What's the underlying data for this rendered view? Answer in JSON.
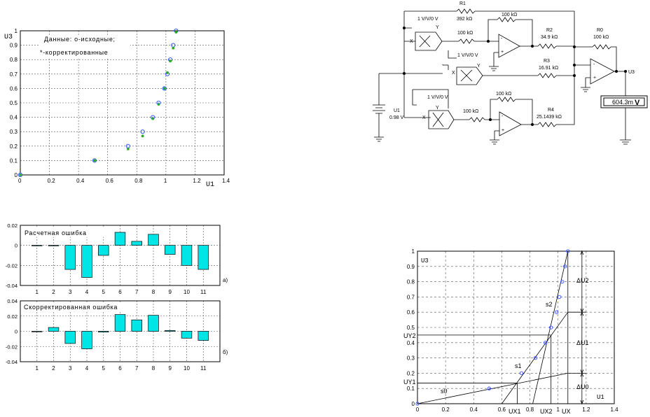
{
  "chart_data": [
    {
      "type": "scatter",
      "ylabel": "U3",
      "xlabel": "U1",
      "xlim": [
        0,
        1.4
      ],
      "ylim": [
        0,
        1
      ],
      "xticks": [
        "0",
        "0.2",
        "0.4",
        "0.6",
        "0.8",
        "1",
        "1.2",
        "1.4"
      ],
      "yticks": [
        "0",
        "0.1",
        "0.2",
        "0.3",
        "0.4",
        "0.5",
        "0.6",
        "0.7",
        "0.8",
        "0.9",
        "1"
      ],
      "legend_lines": [
        "Данные: о-исходные;",
        "*-корректированные"
      ],
      "grid": true,
      "series": [
        {
          "marker": "o",
          "color": "#3355ff",
          "x": [
            0,
            0.51,
            0.74,
            0.84,
            0.91,
            0.95,
            0.99,
            1.01,
            1.03,
            1.05,
            1.07
          ],
          "y": [
            0,
            0.1,
            0.2,
            0.3,
            0.4,
            0.5,
            0.6,
            0.7,
            0.8,
            0.9,
            1.0
          ]
        },
        {
          "marker": "*",
          "color": "#22aa22",
          "x": [
            0,
            0.51,
            0.74,
            0.84,
            0.91,
            0.95,
            0.99,
            1.01,
            1.03,
            1.05,
            1.07
          ],
          "y": [
            0,
            0.1,
            0.18,
            0.27,
            0.39,
            0.49,
            0.6,
            0.71,
            0.79,
            0.88,
            0.99
          ]
        }
      ]
    },
    {
      "type": "bar",
      "title": "Расчетная ошибка",
      "side_label": "а)",
      "categories": [
        "1",
        "2",
        "3",
        "4",
        "5",
        "6",
        "7",
        "8",
        "9",
        "10",
        "11"
      ],
      "values": [
        0,
        0,
        -0.024,
        -0.032,
        -0.01,
        0.013,
        0.004,
        0.011,
        -0.009,
        -0.02,
        -0.024
      ],
      "ylim": [
        -0.04,
        0.02
      ],
      "yticks": [
        "-0.04",
        "-0.02",
        "0",
        "0.02"
      ],
      "color": "#00e5e5"
    },
    {
      "type": "bar",
      "title": "Скорректированная ошибка",
      "side_label": "б)",
      "categories": [
        "1",
        "2",
        "3",
        "4",
        "5",
        "6",
        "7",
        "8",
        "9",
        "10",
        "11"
      ],
      "values": [
        0,
        0.005,
        -0.016,
        -0.023,
        -0.001,
        0.022,
        0.015,
        0.021,
        0.001,
        -0.009,
        -0.012
      ],
      "ylim": [
        -0.04,
        0.04
      ],
      "yticks": [
        "-0.04",
        "-0.02",
        "0",
        "0.02",
        "0.04"
      ],
      "color": "#00e5e5"
    },
    {
      "type": "line",
      "ylabel": "U3",
      "xlabel": "U1",
      "xlim": [
        0,
        1.4
      ],
      "ylim": [
        0,
        1
      ],
      "xticks": [
        "0",
        "0.2",
        "0.4",
        "0.6",
        "0.8",
        "1",
        "1.2",
        "1.4"
      ],
      "yticks": [
        "0",
        "0.1",
        "0.2",
        "0.3",
        "0.4",
        "0.5",
        "0.6",
        "0.7",
        "0.8",
        "0.9",
        "1"
      ],
      "grid": true,
      "points": {
        "x": [
          0,
          0.51,
          0.74,
          0.84,
          0.91,
          0.95,
          0.99,
          1.01,
          1.03,
          1.05,
          1.07
        ],
        "y": [
          0,
          0.1,
          0.2,
          0.3,
          0.4,
          0.5,
          0.6,
          0.7,
          0.8,
          0.9,
          1.0
        ]
      },
      "segment_labels": [
        "s0",
        "s1",
        "s2"
      ],
      "x_markers": [
        "UX1",
        "UX2",
        "UX"
      ],
      "y_markers": [
        "UY1",
        "UY2"
      ],
      "delta_labels": [
        "ΔU0",
        "ΔU1",
        "ΔU2"
      ]
    }
  ],
  "circuit": {
    "r1": {
      "name": "R1",
      "value": "392 kΩ"
    },
    "r2": {
      "name": "R2",
      "value": "34.9 kΩ"
    },
    "r3": {
      "name": "R3",
      "value": "16.91 kΩ"
    },
    "r4": {
      "name": "R4",
      "value": "25.1439 kΩ"
    },
    "r0": {
      "name": "R0",
      "value": "100 kΩ"
    },
    "r100": "100 kΩ",
    "mult_gain": "1 V/V/0 V",
    "u1": {
      "name": "U1",
      "value": "0.98 V"
    },
    "out": "U3",
    "meter": "604.3m",
    "meter_unit": "V",
    "pin_x": "X",
    "pin_y": "Y"
  }
}
